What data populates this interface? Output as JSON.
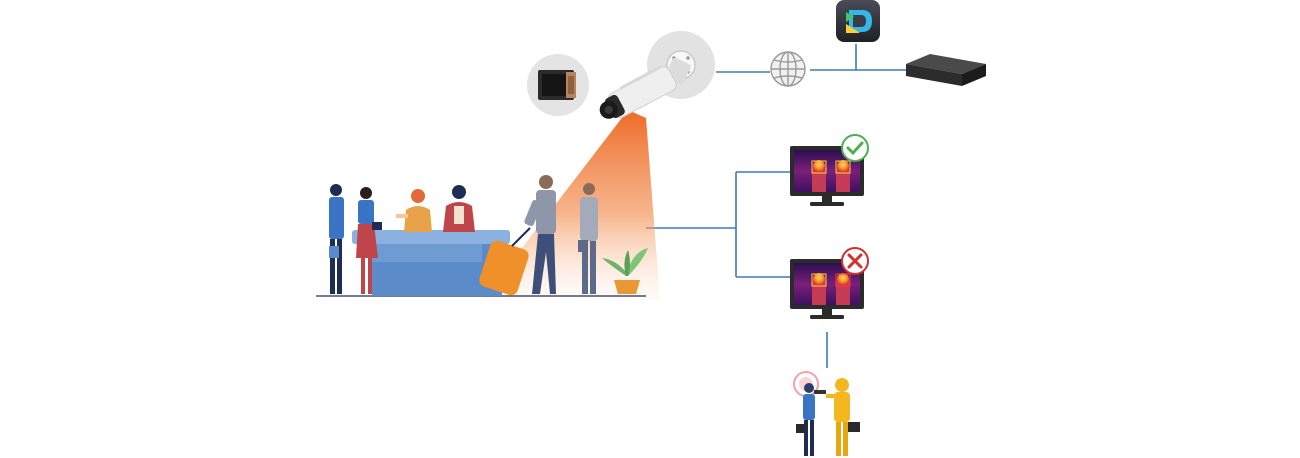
{
  "diagram": {
    "nodes": [
      {
        "id": "thermal-module",
        "icon": "thermal-sensor-icon"
      },
      {
        "id": "bullet-camera",
        "icon": "thermal-camera-icon"
      },
      {
        "id": "camera-mount",
        "icon": "camera-mount-icon"
      },
      {
        "id": "network",
        "icon": "globe-network-icon"
      },
      {
        "id": "vms-software",
        "icon": "dss-app-icon"
      },
      {
        "id": "nvr-recorder",
        "icon": "nvr-recorder-icon"
      },
      {
        "id": "monitor-pass",
        "icon": "thermal-monitor-icon",
        "status": "pass"
      },
      {
        "id": "monitor-fail",
        "icon": "thermal-monitor-icon",
        "status": "fail"
      },
      {
        "id": "screening-staff",
        "icon": "hazmat-person-icon"
      },
      {
        "id": "reception-scene",
        "icon": "reception-queue-illustration"
      }
    ],
    "colors": {
      "line": "#3d7ab8",
      "beam": "#f06a1e",
      "pass": "#4caf50",
      "fail": "#d32f2f",
      "desk": "#5b8cc9",
      "suitcase": "#f0902a",
      "hazmat": "#f3b820"
    }
  }
}
